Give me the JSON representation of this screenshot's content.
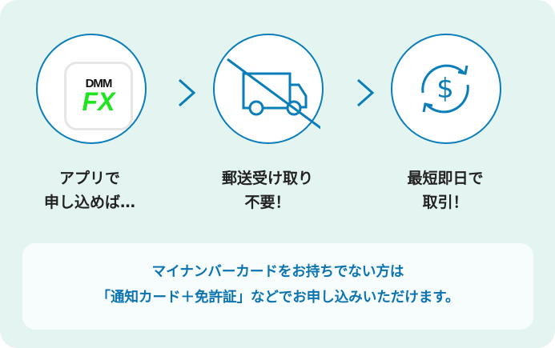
{
  "steps": [
    {
      "icon": "dmm-fx-app-icon",
      "logo_top": "DMM",
      "logo_bottom": "FX",
      "line1": "アプリで",
      "line2": "申し込めば…"
    },
    {
      "icon": "no-mail-truck-icon",
      "line1": "郵送受け取り",
      "line2": "不要！"
    },
    {
      "icon": "currency-exchange-icon",
      "line1": "最短即日で",
      "line2": "取引！"
    }
  ],
  "note": {
    "line1": "マイナンバーカードをお持ちでない方は",
    "line2": "「通知カード＋免許証」などでお申し込みいただけます。"
  },
  "colors": {
    "accent": "#0a7dbb",
    "background": "#e3f4f1",
    "logo_green": "#1ee51e"
  }
}
